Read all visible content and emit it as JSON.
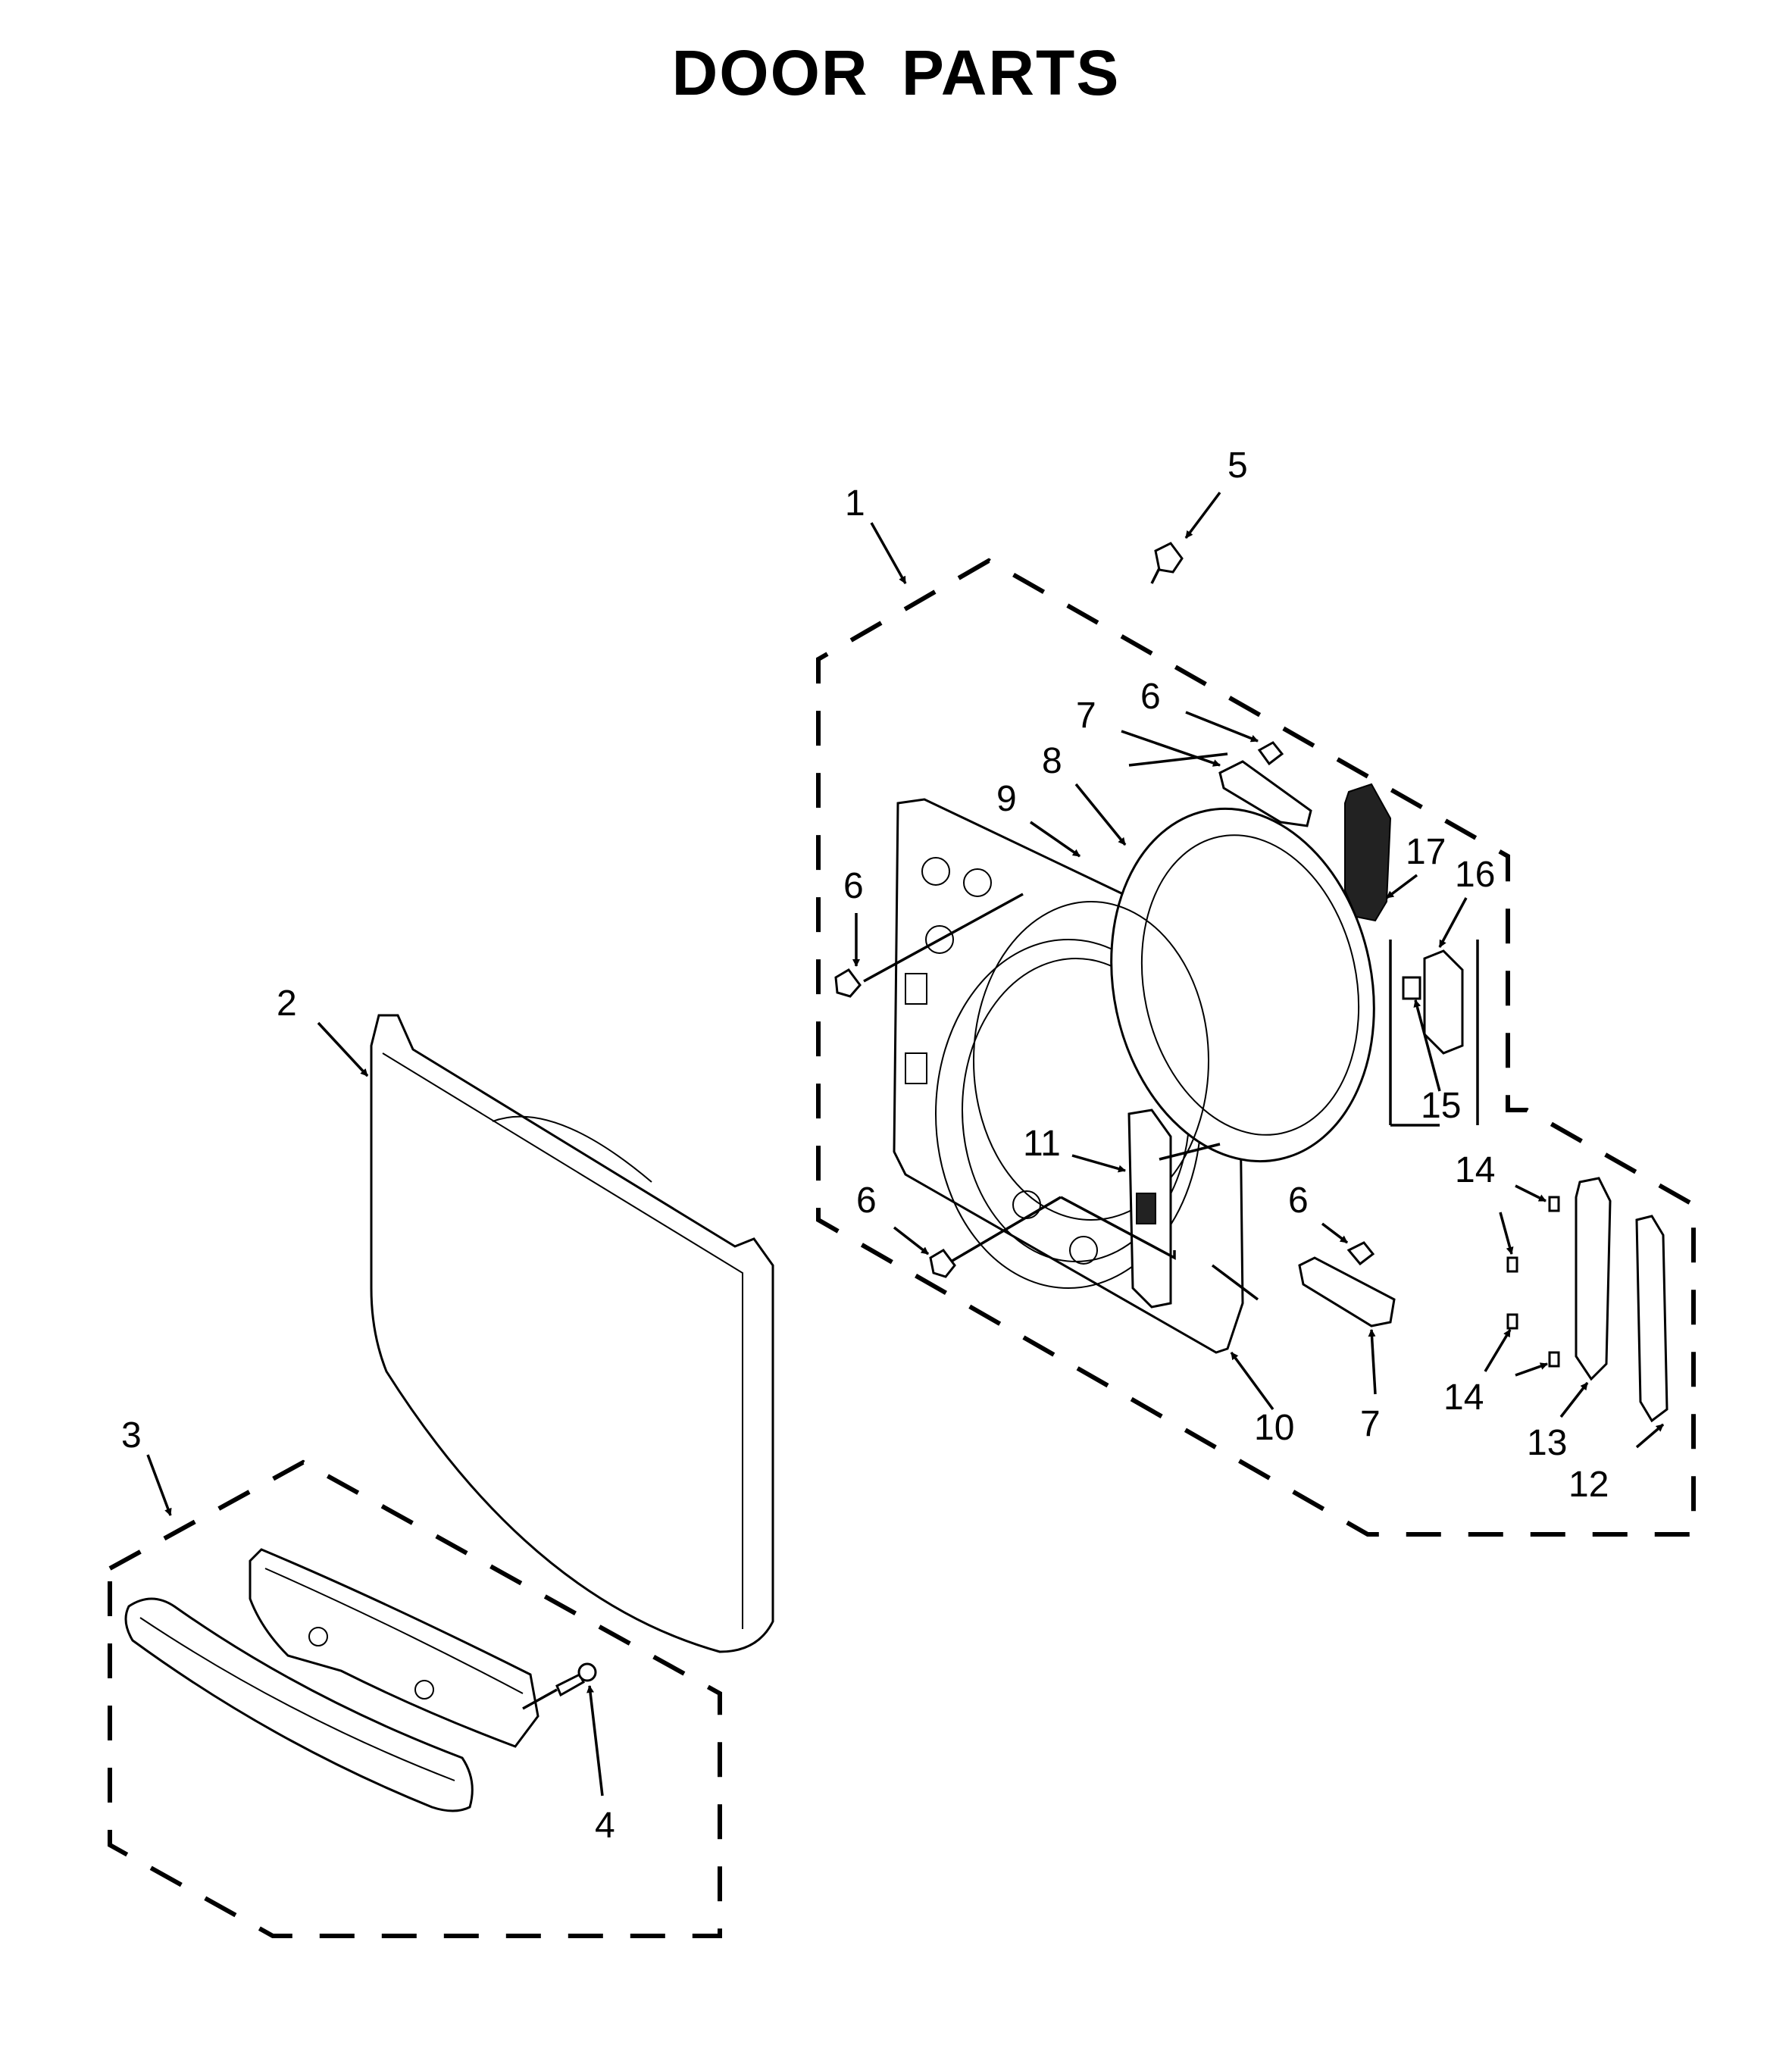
{
  "title": "DOOR PARTS",
  "callouts": {
    "c1": "1",
    "c2": "2",
    "c3": "3",
    "c4": "4",
    "c5": "5",
    "c6a": "6",
    "c6b": "6",
    "c6c": "6",
    "c6d": "6",
    "c7a": "7",
    "c7b": "7",
    "c8": "8",
    "c9": "9",
    "c10": "10",
    "c11": "11",
    "c12": "12",
    "c13": "13",
    "c14a": "14",
    "c14b": "14",
    "c15": "15",
    "c16": "16",
    "c17": "17"
  }
}
